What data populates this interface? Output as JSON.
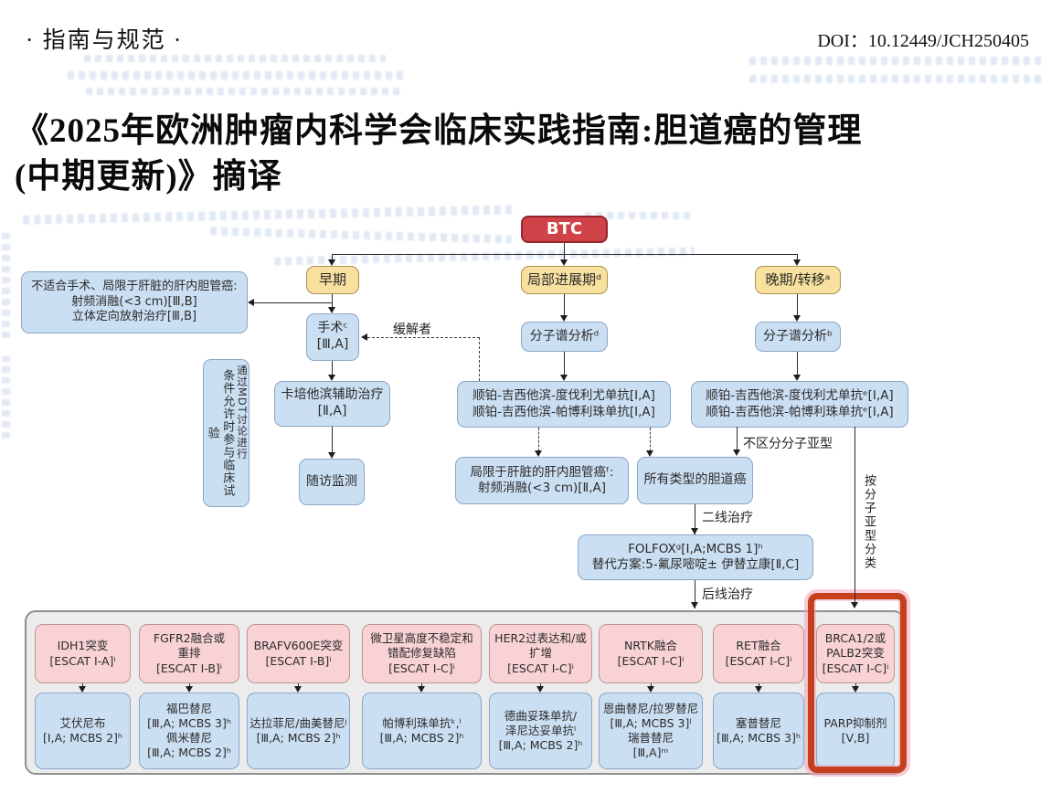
{
  "header": {
    "section": "· 指南与规范 ·",
    "doi": "DOI：10.12449/JCH250405",
    "title_line1": "《2025年欧洲肿瘤内科学会临床实践指南:胆道癌的管理",
    "title_line2": "(中期更新)》摘译"
  },
  "colors": {
    "btc_red": "#cf4247",
    "stage_yellow": "#f8e09e",
    "node_blue": "#cbdff2",
    "marker_pink": "#f8d2d4",
    "panel_gray": "#ececec",
    "highlight_red": "#c4401f"
  },
  "flowchart": {
    "root": "BTC",
    "stages": {
      "early": "早期",
      "locally_advanced": "局部进展期ᵈ",
      "advanced": "晚期/转移ᵃ"
    },
    "nodes": {
      "unsuitable": [
        "不适合手术、局限于肝脏的肝内胆管癌:",
        "射频消融(<3 cm)[Ⅲ,B]",
        "立体定向放射治疗[Ⅲ,B]"
      ],
      "surgery": [
        "手术ᶜ",
        "[Ⅲ,A]"
      ],
      "capecitabine": [
        "卡培他滨辅助治疗",
        "[Ⅱ,A]"
      ],
      "followup": "随访监测",
      "profiling_d": "分子谱分析ᵈ",
      "profiling_b": "分子谱分析ᵇ",
      "chemo_mid": [
        "顺铂-吉西他滨-度伐利尤单抗[Ⅰ,A]",
        "顺铂-吉西他滨-帕博利珠单抗[Ⅰ,A]"
      ],
      "chemo_right": [
        "顺铂-吉西他滨-度伐利尤单抗ᵉ[Ⅰ,A]",
        "顺铂-吉西他滨-帕博利珠单抗ᵉ[Ⅰ,A]"
      ],
      "liver_limited": [
        "局限于肝脏的肝内胆管癌ᶠ:",
        "射频消融(<3 cm)[Ⅱ,A]"
      ],
      "all_types": "所有类型的胆道癌",
      "folfox": [
        "FOLFOXᵍ[Ⅰ,A;MCBS 1]ʰ",
        "替代方案:5-氟尿嘧啶± 伊替立康[Ⅱ,C]"
      ]
    },
    "labels": {
      "responders": "缓解者",
      "mdt_col1": "条件允许时参与临床试验",
      "mdt_col2": "通过MDT讨论进行",
      "no_subtype": "不区分分子亚型",
      "by_subtype": "按分子亚型分类",
      "second_line": "二线治疗",
      "later_line": "后线治疗"
    },
    "panel": {
      "columns": [
        {
          "marker": [
            "IDH1突变",
            "[ESCAT I-A]ⁱ"
          ],
          "therapy": [
            "艾伏尼布",
            "[Ⅰ,A; MCBS 2]ʰ"
          ]
        },
        {
          "marker": [
            "FGFR2融合或",
            "重排",
            "[ESCAT I-B]ⁱ"
          ],
          "therapy": [
            "福巴替尼",
            "[Ⅲ,A; MCBS 3]ʰ",
            "佩米替尼",
            "[Ⅲ,A; MCBS 2]ʰ"
          ]
        },
        {
          "marker": [
            "BRAFV600E突变",
            "[ESCAT I-B]ⁱ"
          ],
          "therapy": [
            "达拉菲尼/曲美替尼ʲ",
            "[Ⅲ,A; MCBS 2]ʰ"
          ]
        },
        {
          "marker": [
            "微卫星高度不稳定和",
            "错配修复缺陷",
            "[ESCAT I-C]ⁱ"
          ],
          "therapy": [
            "帕博利珠单抗ᵏ,ˡ",
            "[Ⅲ,A; MCBS 2]ʰ"
          ]
        },
        {
          "marker": [
            "HER2过表达和/或",
            "扩增",
            "[ESCAT I-C]ⁱ"
          ],
          "therapy": [
            "德曲妥珠单抗/",
            "泽尼达妥单抗ˡ",
            "[Ⅲ,A; MCBS 2]ʰ"
          ]
        },
        {
          "marker": [
            "NRTK融合",
            "[ESCAT I-C]ⁱ"
          ],
          "therapy": [
            "恩曲替尼/拉罗替尼",
            "[Ⅲ,A; MCBS 3]ˡ",
            "瑞普替尼",
            "[Ⅲ,A]ᵐ"
          ]
        },
        {
          "marker": [
            "RET融合",
            "[ESCAT I-C]ⁱ"
          ],
          "therapy": [
            "塞普替尼",
            "[Ⅲ,A; MCBS 3]ʰ"
          ]
        },
        {
          "marker": [
            "BRCA1/2或",
            "PALB2突变",
            "[ESCAT I-C]ⁱ"
          ],
          "therapy": [
            "PARP抑制剂",
            "[Ⅴ,B]"
          ]
        }
      ]
    }
  }
}
